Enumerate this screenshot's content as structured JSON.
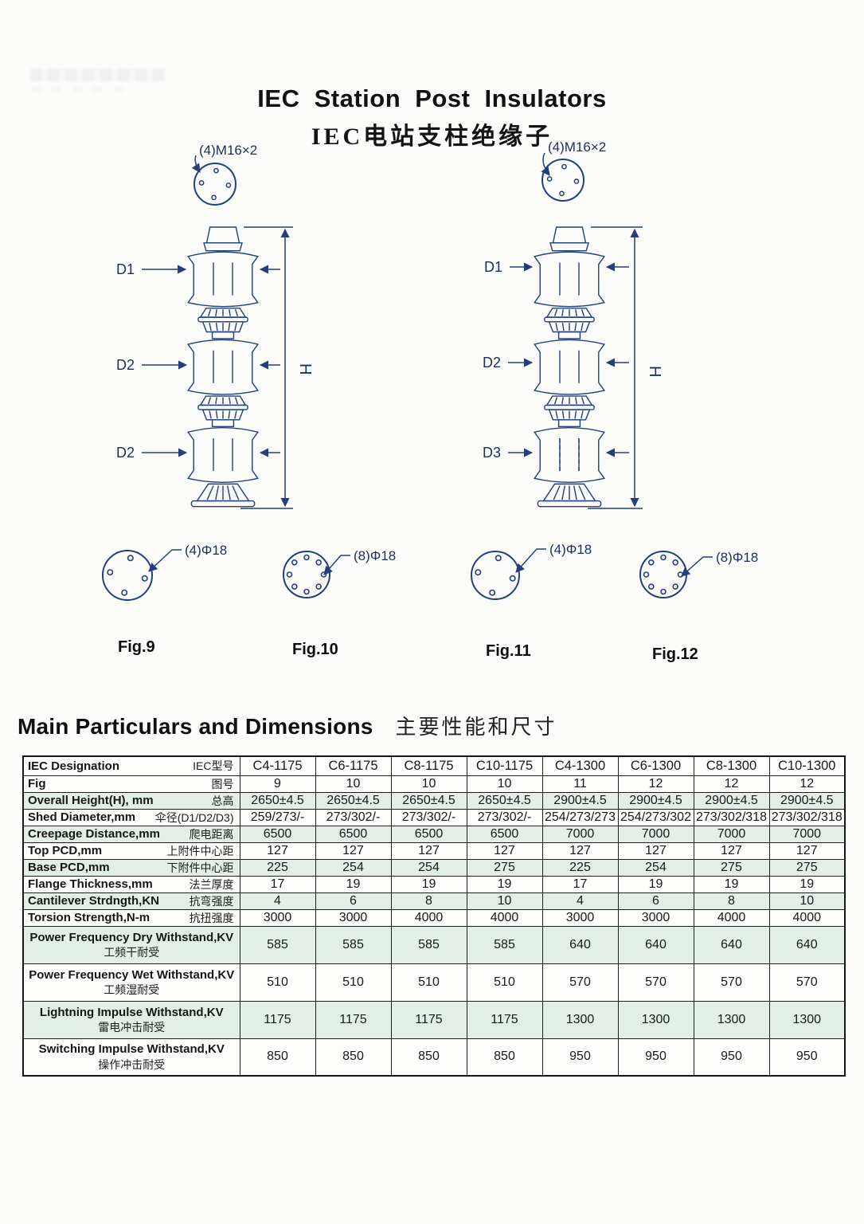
{
  "page": {
    "title_en": "IEC Station Post Insulators",
    "title_zh": "IEC电站支柱绝缘子",
    "section_en": "Main Particulars and Dimensions",
    "section_zh": "主要性能和尺寸"
  },
  "drawings": {
    "m16_left": "(4)M16×2",
    "m16_right": "(4)M16×2",
    "h": "H",
    "left_d": [
      "D1",
      "D2",
      "D2"
    ],
    "right_d": [
      "D1",
      "D2",
      "D3"
    ],
    "figs": [
      {
        "caption": "Fig.9",
        "bolt_label": "(4)Φ18"
      },
      {
        "caption": "Fig.10",
        "bolt_label": "(8)Φ18"
      },
      {
        "caption": "Fig.11",
        "bolt_label": "(4)Φ18"
      },
      {
        "caption": "Fig.12",
        "bolt_label": "(8)Φ18"
      }
    ]
  },
  "table": {
    "header": {
      "label_en": "IEC Designation",
      "label_zh": "IEC型号"
    },
    "columns": [
      "C4-1175",
      "C6-1175",
      "C8-1175",
      "C10-1175",
      "C4-1300",
      "C6-1300",
      "C8-1300",
      "C10-1300"
    ],
    "rows": [
      {
        "label_en": "Fig",
        "label_zh": "图号",
        "shaded": false,
        "two_line": false,
        "values": [
          "9",
          "10",
          "10",
          "10",
          "11",
          "12",
          "12",
          "12"
        ]
      },
      {
        "label_en": "Overall Height(H), mm",
        "label_zh": "总高",
        "shaded": true,
        "two_line": false,
        "values": [
          "2650±4.5",
          "2650±4.5",
          "2650±4.5",
          "2650±4.5",
          "2900±4.5",
          "2900±4.5",
          "2900±4.5",
          "2900±4.5"
        ]
      },
      {
        "label_en": "Shed Diameter,mm",
        "label_zh": "伞径(D1/D2/D3)",
        "shaded": false,
        "two_line": false,
        "values": [
          "259/273/-",
          "273/302/-",
          "273/302/-",
          "273/302/-",
          "254/273/273",
          "254/273/302",
          "273/302/318",
          "273/302/318"
        ]
      },
      {
        "label_en": "Creepage Distance,mm",
        "label_zh": "爬电距离",
        "shaded": true,
        "two_line": false,
        "values": [
          "6500",
          "6500",
          "6500",
          "6500",
          "7000",
          "7000",
          "7000",
          "7000"
        ]
      },
      {
        "label_en": "Top PCD,mm",
        "label_zh": "上附件中心距",
        "shaded": false,
        "two_line": false,
        "values": [
          "127",
          "127",
          "127",
          "127",
          "127",
          "127",
          "127",
          "127"
        ]
      },
      {
        "label_en": "Base PCD,mm",
        "label_zh": "下附件中心距",
        "shaded": true,
        "two_line": false,
        "values": [
          "225",
          "254",
          "254",
          "275",
          "225",
          "254",
          "275",
          "275"
        ]
      },
      {
        "label_en": "Flange Thickness,mm",
        "label_zh": "法兰厚度",
        "shaded": false,
        "two_line": false,
        "values": [
          "17",
          "19",
          "19",
          "19",
          "17",
          "19",
          "19",
          "19"
        ]
      },
      {
        "label_en": "Cantilever Strdngth,KN",
        "label_zh": "抗弯强度",
        "shaded": true,
        "two_line": false,
        "values": [
          "4",
          "6",
          "8",
          "10",
          "4",
          "6",
          "8",
          "10"
        ]
      },
      {
        "label_en": "Torsion Strength,N-m",
        "label_zh": "抗扭强度",
        "shaded": false,
        "two_line": false,
        "values": [
          "3000",
          "3000",
          "4000",
          "4000",
          "3000",
          "3000",
          "4000",
          "4000"
        ]
      },
      {
        "label_en": "Power Frequency Dry Withstand,KV",
        "label_zh": "工频干耐受",
        "shaded": true,
        "two_line": true,
        "values": [
          "585",
          "585",
          "585",
          "585",
          "640",
          "640",
          "640",
          "640"
        ]
      },
      {
        "label_en": "Power Frequency Wet Withstand,KV",
        "label_zh": "工频湿耐受",
        "shaded": false,
        "two_line": true,
        "values": [
          "510",
          "510",
          "510",
          "510",
          "570",
          "570",
          "570",
          "570"
        ]
      },
      {
        "label_en": "Lightning Impulse Withstand,KV",
        "label_zh": "雷电冲击耐受",
        "shaded": true,
        "two_line": true,
        "values": [
          "1175",
          "1175",
          "1175",
          "1175",
          "1300",
          "1300",
          "1300",
          "1300"
        ]
      },
      {
        "label_en": "Switching Impulse Withstand,KV",
        "label_zh": "操作冲击耐受",
        "shaded": false,
        "two_line": true,
        "values": [
          "850",
          "850",
          "850",
          "850",
          "950",
          "950",
          "950",
          "950"
        ]
      }
    ]
  }
}
